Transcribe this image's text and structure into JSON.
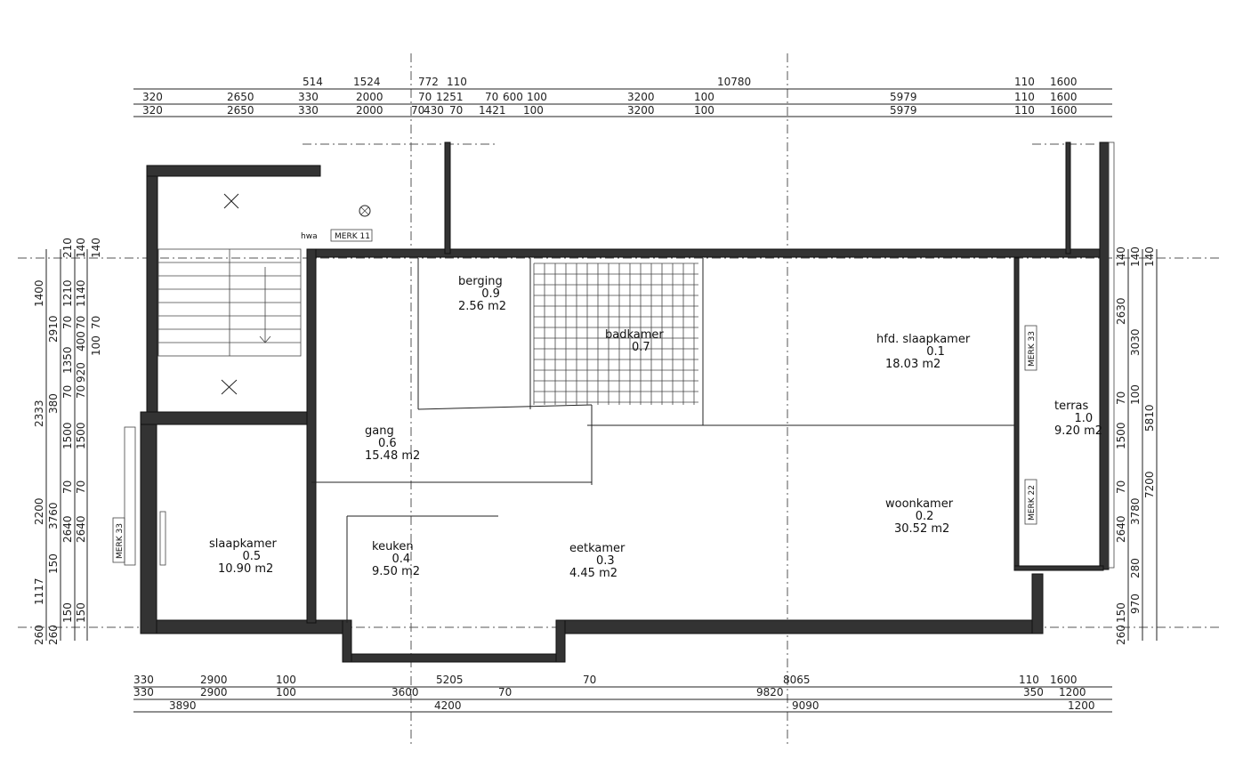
{
  "title": "floor plan",
  "dimensions": {
    "top_row1": [
      "514",
      "1524",
      "772",
      "110",
      "10780",
      "110",
      "1600"
    ],
    "top_row2": [
      "320",
      "2650",
      "330",
      "2000",
      "70",
      "1251",
      "70",
      "600",
      "100",
      "3200",
      "100",
      "5979",
      "110",
      "1600"
    ],
    "top_row3": [
      "320",
      "2650",
      "330",
      "2000",
      "70",
      "430",
      "70",
      "1421",
      "100",
      "3200",
      "100",
      "5979",
      "110",
      "1600"
    ],
    "bottom_row1": [
      "330",
      "2900",
      "100",
      "5205",
      "70",
      "8065",
      "110",
      "1600"
    ],
    "bottom_row2": [
      "330",
      "2900",
      "100",
      "3600",
      "70",
      "9820",
      "350",
      "1200"
    ],
    "bottom_row3": [
      "3890",
      "4200",
      "9090",
      "1200"
    ],
    "left_col1": [
      "1400",
      "2333",
      "2200",
      "1117",
      "260"
    ],
    "left_col2": [
      "2910",
      "380",
      "3760",
      "150",
      "260"
    ],
    "left_col3": [
      "210",
      "1210",
      "70",
      "1350",
      "70",
      "1500",
      "70",
      "2640",
      "150"
    ],
    "left_col4": [
      "140",
      "1140",
      "70",
      "400",
      "920",
      "70",
      "1500",
      "70",
      "2640",
      "150"
    ],
    "left_col5": [
      "140",
      "70",
      "100"
    ],
    "right_col1": [
      "140",
      "2630",
      "70",
      "1500",
      "70",
      "2640",
      "150",
      "260"
    ],
    "right_col2": [
      "140",
      "3030",
      "100",
      "3780",
      "970",
      "280"
    ],
    "right_col3": [
      "140",
      "5810",
      "7200"
    ]
  },
  "rooms": [
    {
      "name": "berging",
      "code": "0.9",
      "area": "2.56 m2"
    },
    {
      "name": "badkamer",
      "code": "0.7",
      "area": ""
    },
    {
      "name": "hfd. slaapkamer",
      "code": "0.1",
      "area": "18.03 m2"
    },
    {
      "name": "terras",
      "code": "1.0",
      "area": "9.20 m2"
    },
    {
      "name": "gang",
      "code": "0.6",
      "area": "15.48 m2"
    },
    {
      "name": "woonkamer",
      "code": "0.2",
      "area": "30.52 m2"
    },
    {
      "name": "slaapkamer",
      "code": "0.5",
      "area": "10.90 m2"
    },
    {
      "name": "keuken",
      "code": "0.4",
      "area": "9.50 m2"
    },
    {
      "name": "eetkamer",
      "code": "0.3",
      "area": "4.45 m2"
    }
  ],
  "labels": {
    "hwa": "hwa",
    "merk_top": "MERK 11",
    "merk_right_top": "MERK 33",
    "merk_right_bottom": "MERK 22",
    "merk_left": "MERK 33"
  }
}
